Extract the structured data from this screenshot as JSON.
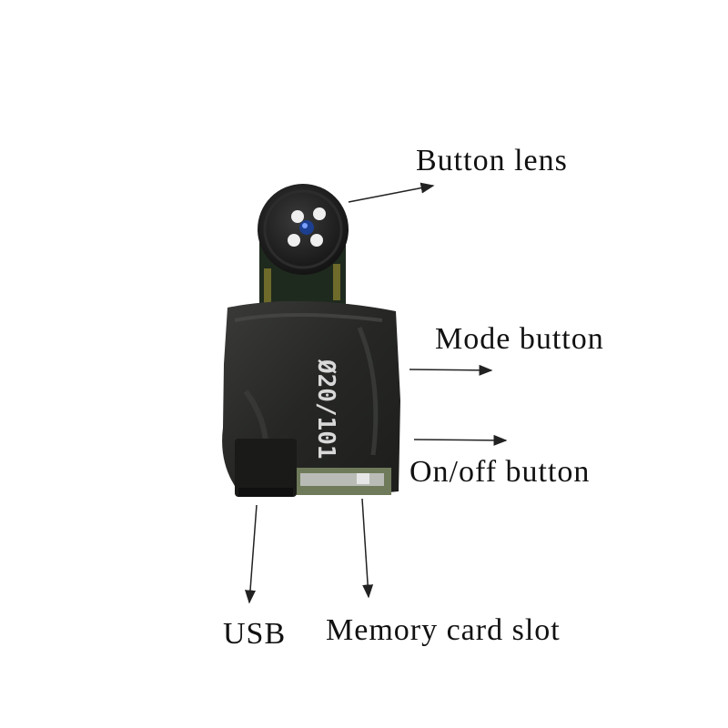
{
  "labels": {
    "button_lens": "Button lens",
    "mode_button": "Mode button",
    "onoff_button": "On/off button",
    "usb": "USB",
    "memory_card_slot": "Memory card slot"
  },
  "module_print": "Ø20/101",
  "colors": {
    "background": "#ffffff",
    "module_body": "#2b2c2a",
    "lens_housing": "#1c1c1c",
    "lens_glass": "#1d3f8f",
    "arrow": "#222222"
  }
}
